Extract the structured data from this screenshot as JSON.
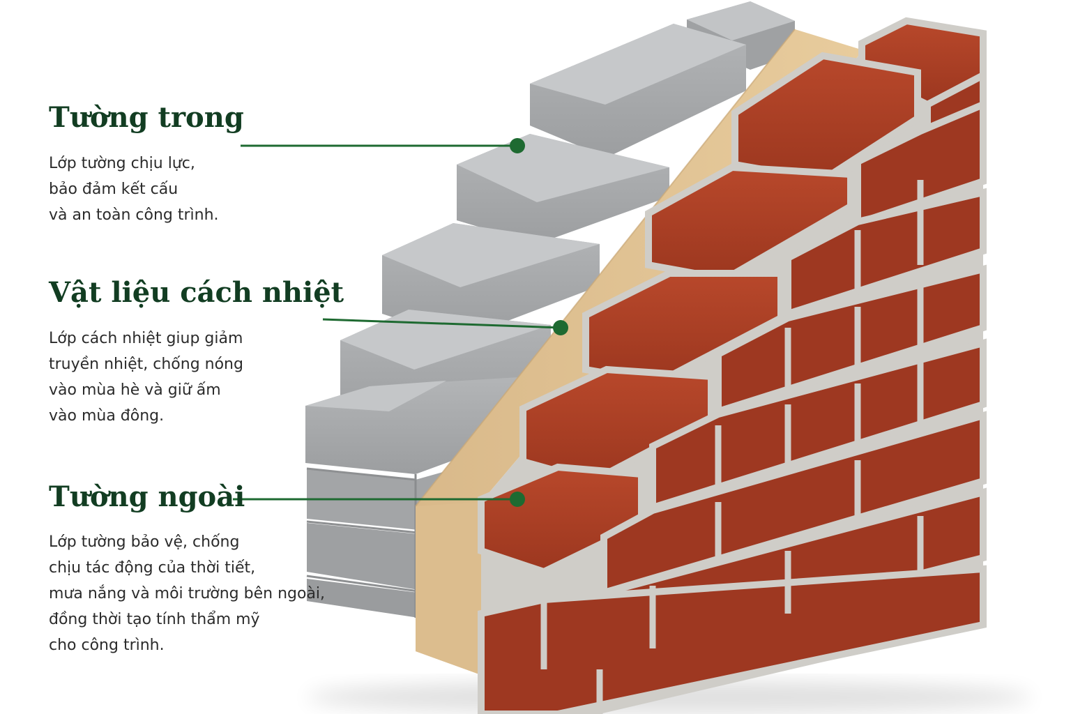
{
  "colors": {
    "title": "#123d22",
    "leader": "#1e6a31",
    "text": "#2b2b2b",
    "concrete": "#a8aaac",
    "insulation": "#e0c292",
    "brick": "#ab3e24",
    "mortar": "#cfcdc8"
  },
  "layers": [
    {
      "id": "inner-wall",
      "title": "Tường trong",
      "lines": [
        "Lớp tường chịu lực,",
        "bảo đảm kết cấu",
        "và an toàn công trình."
      ]
    },
    {
      "id": "insulation",
      "title": "Vật liệu cách nhiệt",
      "lines": [
        "Lớp cách nhiệt giup giảm",
        "truyền nhiệt, chống nóng",
        "vào mùa hè và giữ ấm",
        "vào mùa đông."
      ]
    },
    {
      "id": "outer-wall",
      "title": "Tường ngoài",
      "lines": [
        "Lớp tường bảo vệ, chống",
        "chịu tác động của thời tiết,",
        "mưa nắng và môi trường bên ngoài,",
        "đồng thời tạo tính thẩm mỹ",
        "cho công trình."
      ]
    }
  ]
}
